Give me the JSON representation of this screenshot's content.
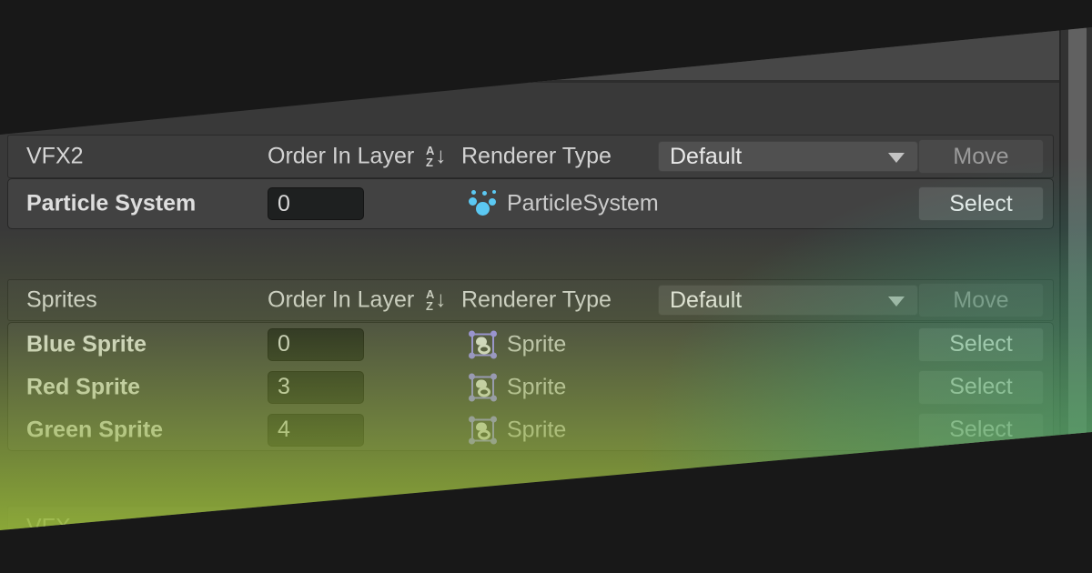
{
  "window": {
    "background": "#181818",
    "panel_bg": "#393939",
    "top_band_bg": "#474747"
  },
  "icons": {
    "sort_icon": {
      "top_letter": "A",
      "bottom_letter": "Z",
      "arrow": "↓"
    },
    "particle_system_color": "#5bc8f2",
    "sprite_handle_color": "#9b8cf5"
  },
  "gradient": {
    "green": "#96b637",
    "teal": "#349c80"
  },
  "sections": {
    "vfx2": {
      "title": "VFX2",
      "order_label": "Order In Layer",
      "renderer_label": "Renderer Type",
      "renderer_dropdown": "Default",
      "move_label": "Move",
      "rows": [
        {
          "name": "Particle System",
          "order_in_layer": "0",
          "renderer_type": "ParticleSystem",
          "select_label": "Select"
        }
      ]
    },
    "sprites": {
      "title": "Sprites",
      "order_label": "Order In Layer",
      "renderer_label": "Renderer Type",
      "renderer_dropdown": "Default",
      "move_label": "Move",
      "rows": [
        {
          "name": "Blue Sprite",
          "order_in_layer": "0",
          "renderer_type": "Sprite",
          "select_label": "Select"
        },
        {
          "name": "Red Sprite",
          "order_in_layer": "3",
          "renderer_type": "Sprite",
          "select_label": "Select"
        },
        {
          "name": "Green Sprite",
          "order_in_layer": "4",
          "renderer_type": "Sprite",
          "select_label": "Select"
        }
      ]
    },
    "vfx_partial": {
      "title": "VFX"
    }
  }
}
